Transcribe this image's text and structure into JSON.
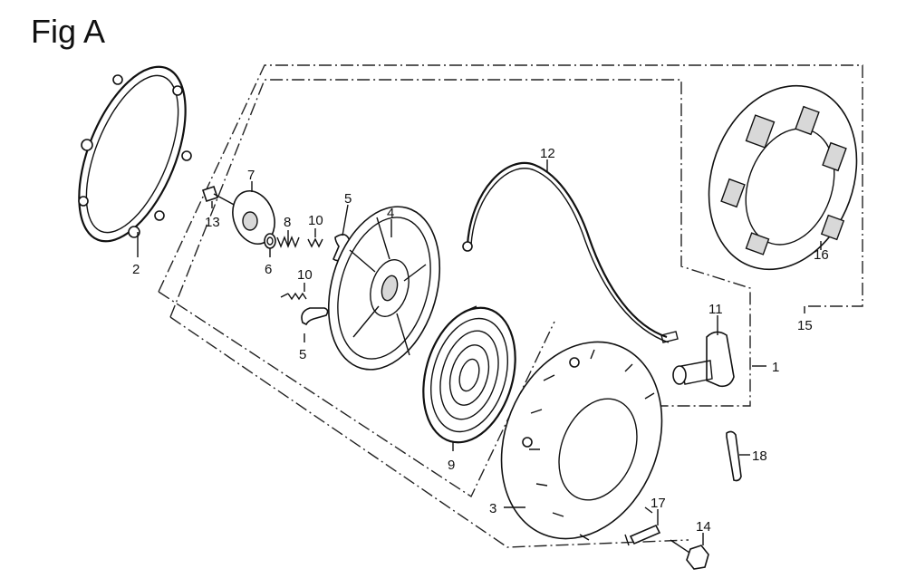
{
  "figure": {
    "title": "Fig A"
  },
  "callouts": [
    {
      "id": "c2",
      "label": "2"
    },
    {
      "id": "c13",
      "label": "13"
    },
    {
      "id": "c7",
      "label": "7"
    },
    {
      "id": "c6",
      "label": "6"
    },
    {
      "id": "c8",
      "label": "8"
    },
    {
      "id": "c10a",
      "label": "10"
    },
    {
      "id": "c10b",
      "label": "10"
    },
    {
      "id": "c5a",
      "label": "5"
    },
    {
      "id": "c5b",
      "label": "5"
    },
    {
      "id": "c4",
      "label": "4"
    },
    {
      "id": "c9",
      "label": "9"
    },
    {
      "id": "c12",
      "label": "12"
    },
    {
      "id": "c16",
      "label": "16"
    },
    {
      "id": "c15",
      "label": "15"
    },
    {
      "id": "c11",
      "label": "11"
    },
    {
      "id": "c1",
      "label": "1"
    },
    {
      "id": "c18",
      "label": "18"
    },
    {
      "id": "c3",
      "label": "3"
    },
    {
      "id": "c17",
      "label": "17"
    },
    {
      "id": "c14",
      "label": "14"
    }
  ]
}
